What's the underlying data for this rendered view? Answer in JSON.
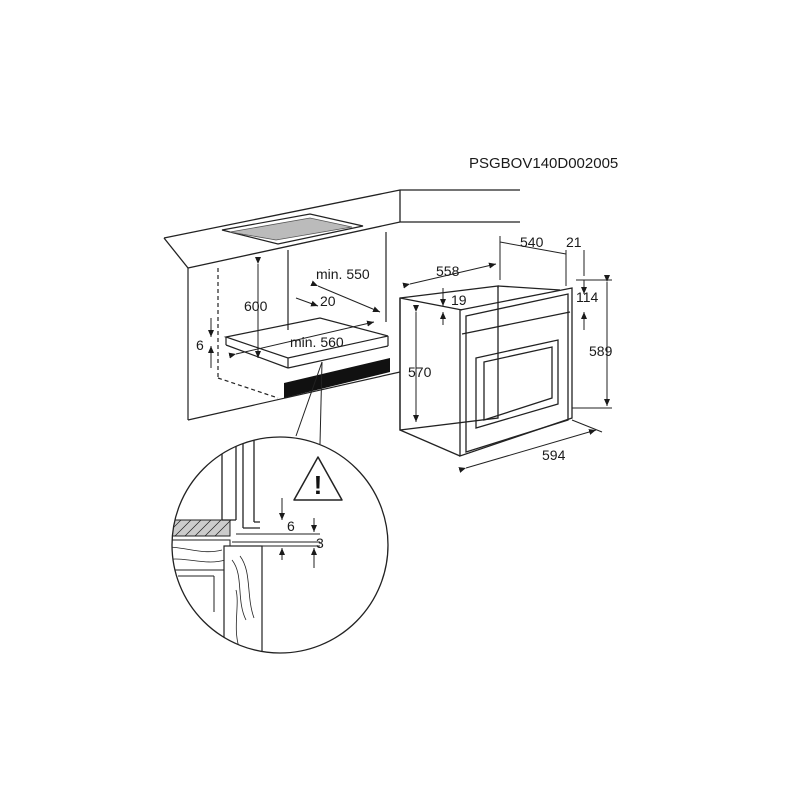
{
  "diagram": {
    "code": "PSGBOV140D002005",
    "labels": {
      "cabinet_height": "600",
      "cabinet_depth": "min. 550",
      "back_gap": "20",
      "cabinet_width": "min. 560",
      "shelf_offset": "6",
      "oven_depth": "540",
      "front_thickness": "21",
      "oven_body_width": "558",
      "panel_top": "19",
      "control_height": "114",
      "body_height": "570",
      "total_height": "589",
      "total_width": "594",
      "detail_gap_top": "6",
      "detail_gap_bottom": "3"
    },
    "warning_symbol": "!"
  }
}
